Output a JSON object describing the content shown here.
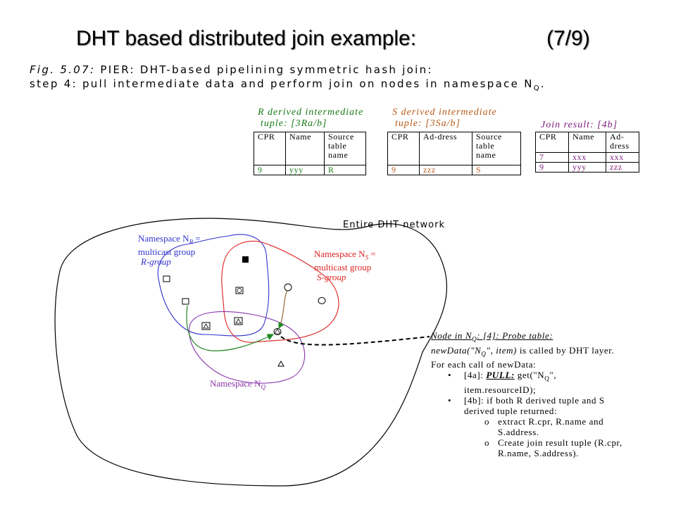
{
  "title": "DHT based distributed join example:",
  "slide_number": "(7/9)",
  "figure_caption": {
    "label": "Fig. 5.07:",
    "line1_rest": " PIER: DHT-based pipelining symmetric hash join:",
    "line2": "step 4: pull intermediate data and perform join on nodes in namespace N",
    "line2_sub": "Q",
    "line2_end": "."
  },
  "tables": {
    "r": {
      "caption_line1": "R derived intermediate",
      "caption_line2": "tuple: [3Ra/b]",
      "headers": [
        "CPR",
        "Name",
        "Source table name"
      ],
      "row": [
        "9",
        "yyy",
        "R"
      ]
    },
    "s": {
      "caption_line1": "S derived intermediate",
      "caption_line2": "tuple: [3Sa/b]",
      "headers": [
        "CPR",
        "Ad-dress",
        "Source table name"
      ],
      "row": [
        "9",
        "zzz",
        "S"
      ]
    },
    "join": {
      "caption": "Join result: [4b]",
      "headers": [
        "CPR",
        "Name",
        "Ad-dress"
      ],
      "rows": [
        [
          "7",
          "xxx",
          "xxx"
        ],
        [
          "9",
          "yyy",
          "zzz"
        ]
      ]
    }
  },
  "network": {
    "label": "Entire DHT network",
    "r_group_l1": "Namespace N",
    "r_group_l1_sub": "R",
    "r_group_l1_end": " =",
    "r_group_l2": "multicast group",
    "r_group_l3": "R-group",
    "s_group_l1": "Namespace N",
    "s_group_l1_sub": "S",
    "s_group_l1_end": " =",
    "s_group_l2": "multicast group",
    "s_group_l3": "S-group",
    "q_label": "Namespace N",
    "q_label_sub": "Q"
  },
  "node_note": {
    "line1": "Node in N",
    "line1_sub": "Q",
    "line1_end": ": [4]: Probe table:",
    "line2a": "newData(\"N",
    "line2_sub": "Q",
    "line2b": "\", item)",
    "line2c": " is called by DHT layer.",
    "line3": "For each call of newData:",
    "b1a": "[4a]: ",
    "b1_pull": "PULL:",
    "b1b": " get(\"N",
    "b1_sub": "Q",
    "b1c": "\",",
    "b1_l2": "item.resourceID);",
    "b2_l1": "[4b]: if both R derived tuple and S",
    "b2_l2": "derived tuple returned:",
    "s1_l1": "extract R.cpr, R.name and",
    "s1_l2": "S.address.",
    "s2_l1": "Create join result tuple (R.cpr,",
    "s2_l2": "R.name, S.address).",
    "bullet": "•",
    "sub_bullet": "o"
  },
  "colors": {
    "r_group": "#3333cc",
    "s_group": "#dd2222",
    "q_group": "#8833aa",
    "arrow": "#228822"
  }
}
